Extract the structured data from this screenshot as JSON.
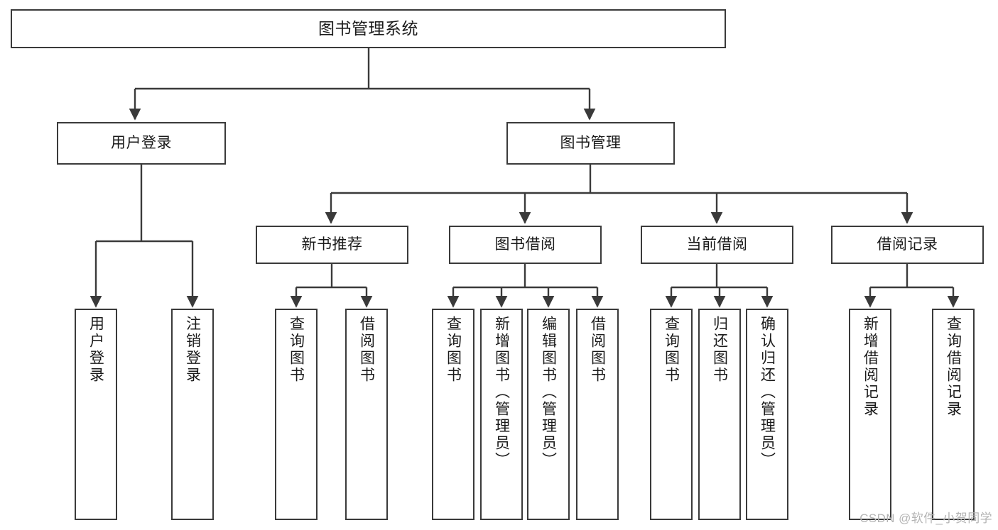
{
  "diagram": {
    "title": "图书管理系统",
    "type": "hierarchy-tree",
    "watermark": "CSDN @软件_小贺同学",
    "colors": {
      "box_border": "#3a3a3a",
      "box_fill": "#ffffff",
      "edge": "#3a3a3a",
      "text": "#1a1a1a",
      "watermark": "#b4b4b4",
      "background": "#ffffff"
    },
    "nodes": {
      "root": {
        "label": "图书管理系统"
      },
      "level1": [
        {
          "id": "user-login",
          "label": "用户登录"
        },
        {
          "id": "book-management",
          "label": "图书管理"
        }
      ],
      "level2": [
        {
          "id": "new-book-recommend",
          "label": "新书推荐"
        },
        {
          "id": "book-borrow",
          "label": "图书借阅"
        },
        {
          "id": "current-borrow",
          "label": "当前借阅"
        },
        {
          "id": "borrow-record",
          "label": "借阅记录"
        }
      ],
      "leaves": {
        "user-login": [
          {
            "id": "leaf-user-login",
            "label": "用户登录"
          },
          {
            "id": "leaf-user-logout",
            "label": "注销登录"
          }
        ],
        "new-book-recommend": [
          {
            "id": "leaf-query-book-1",
            "label": "查询图书"
          },
          {
            "id": "leaf-borrow-book-1",
            "label": "借阅图书"
          }
        ],
        "book-borrow": [
          {
            "id": "leaf-query-book-2",
            "label": "查询图书"
          },
          {
            "id": "leaf-add-book",
            "label": "新增图书（管理员）"
          },
          {
            "id": "leaf-edit-book",
            "label": "编辑图书（管理员）"
          },
          {
            "id": "leaf-borrow-book-2",
            "label": "借阅图书"
          }
        ],
        "current-borrow": [
          {
            "id": "leaf-query-book-3",
            "label": "查询图书"
          },
          {
            "id": "leaf-return-book",
            "label": "归还图书"
          },
          {
            "id": "leaf-confirm-return",
            "label": "确认归还（管理员）"
          }
        ],
        "borrow-record": [
          {
            "id": "leaf-add-record",
            "label": "新增借阅记录"
          },
          {
            "id": "leaf-query-record",
            "label": "查询借阅记录"
          }
        ]
      }
    }
  }
}
